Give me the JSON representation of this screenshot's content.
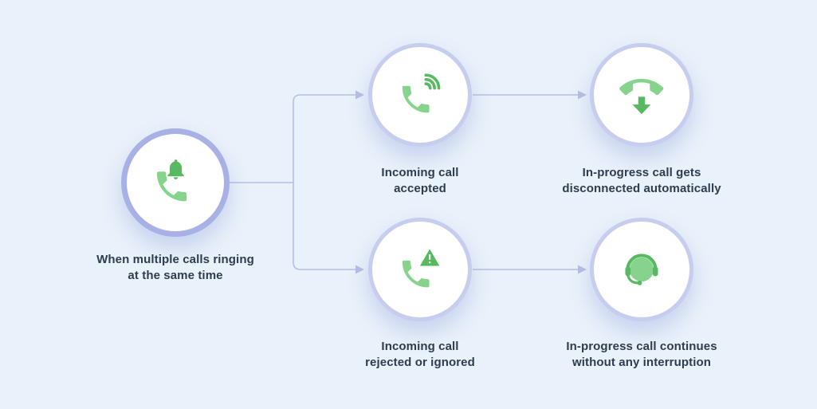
{
  "colors": {
    "bg": "#e9f1fa",
    "ring-root": "#a7b1e5",
    "ring": "#c6cdef",
    "connector": "#b7bee5",
    "green-light": "#86d48c",
    "green-dark": "#57b960",
    "text": "#2e3c4e"
  },
  "nodes": {
    "root": {
      "icon": "phone-bell-icon",
      "label_line1": "When multiple calls ringing",
      "label_line2": "at the same time"
    },
    "accepted": {
      "icon": "incoming-call-icon",
      "label_line1": "Incoming call",
      "label_line2": "accepted"
    },
    "disconnected": {
      "icon": "call-end-down-arrow-icon",
      "label_line1": "In-progress call gets",
      "label_line2": "disconnected automatically"
    },
    "rejected": {
      "icon": "call-warning-icon",
      "label_line1": "Incoming call",
      "label_line2": "rejected or ignored"
    },
    "continues": {
      "icon": "support-agent-icon",
      "label_line1": "In-progress call continues",
      "label_line2": "without any interruption"
    }
  }
}
